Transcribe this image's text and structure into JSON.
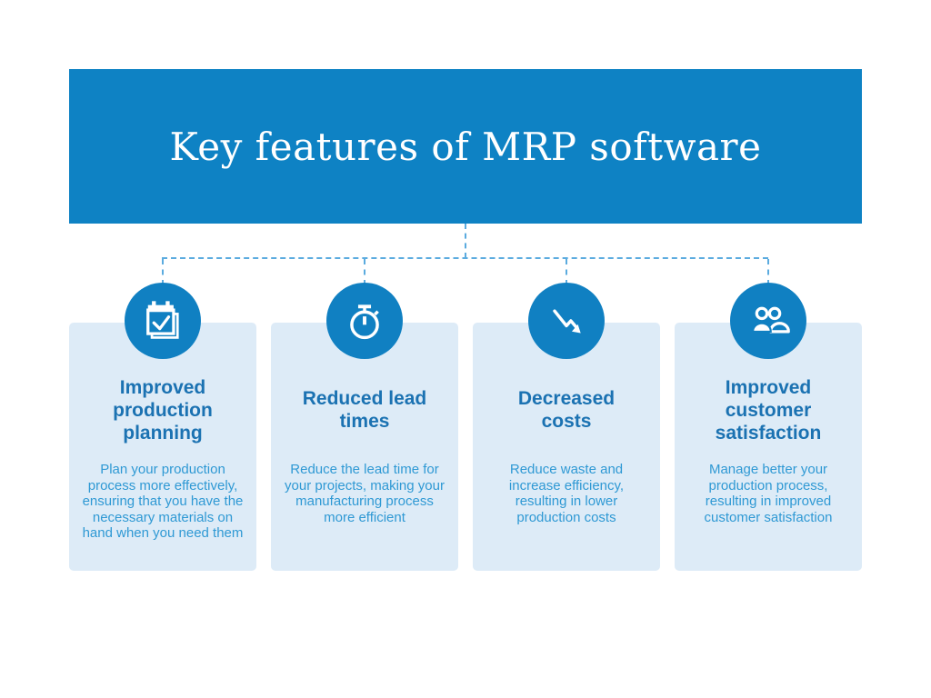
{
  "infographic": {
    "title": "Key features of MRP software"
  },
  "colors": {
    "page_bg": "#ffffff",
    "header_bg": "#0e82c4",
    "title_text": "#ffffff",
    "icon_circle_bg": "#1080c2",
    "icon_glyph": "#ffffff",
    "card_bg": "#ddebf7",
    "card_heading_text": "#1b72b2",
    "card_body_text": "#2f99d4",
    "connector_dash": "#5babdf"
  },
  "features": [
    {
      "icon": "calendar-check-icon",
      "title": "Improved production planning",
      "description": "Plan your production process more effectively, ensuring that you have the necessary materials on hand when you need them"
    },
    {
      "icon": "stopwatch-icon",
      "title": "Reduced lead times",
      "description": "Reduce the lead time for your projects, making your manufacturing process more efficient"
    },
    {
      "icon": "trend-down-icon",
      "title": "Decreased costs",
      "description": "Reduce waste and increase efficiency, resulting in lower production costs"
    },
    {
      "icon": "two-users-icon",
      "title": "Improved customer satisfaction",
      "description": "Manage better your production process, resulting in improved customer satisfaction"
    }
  ]
}
